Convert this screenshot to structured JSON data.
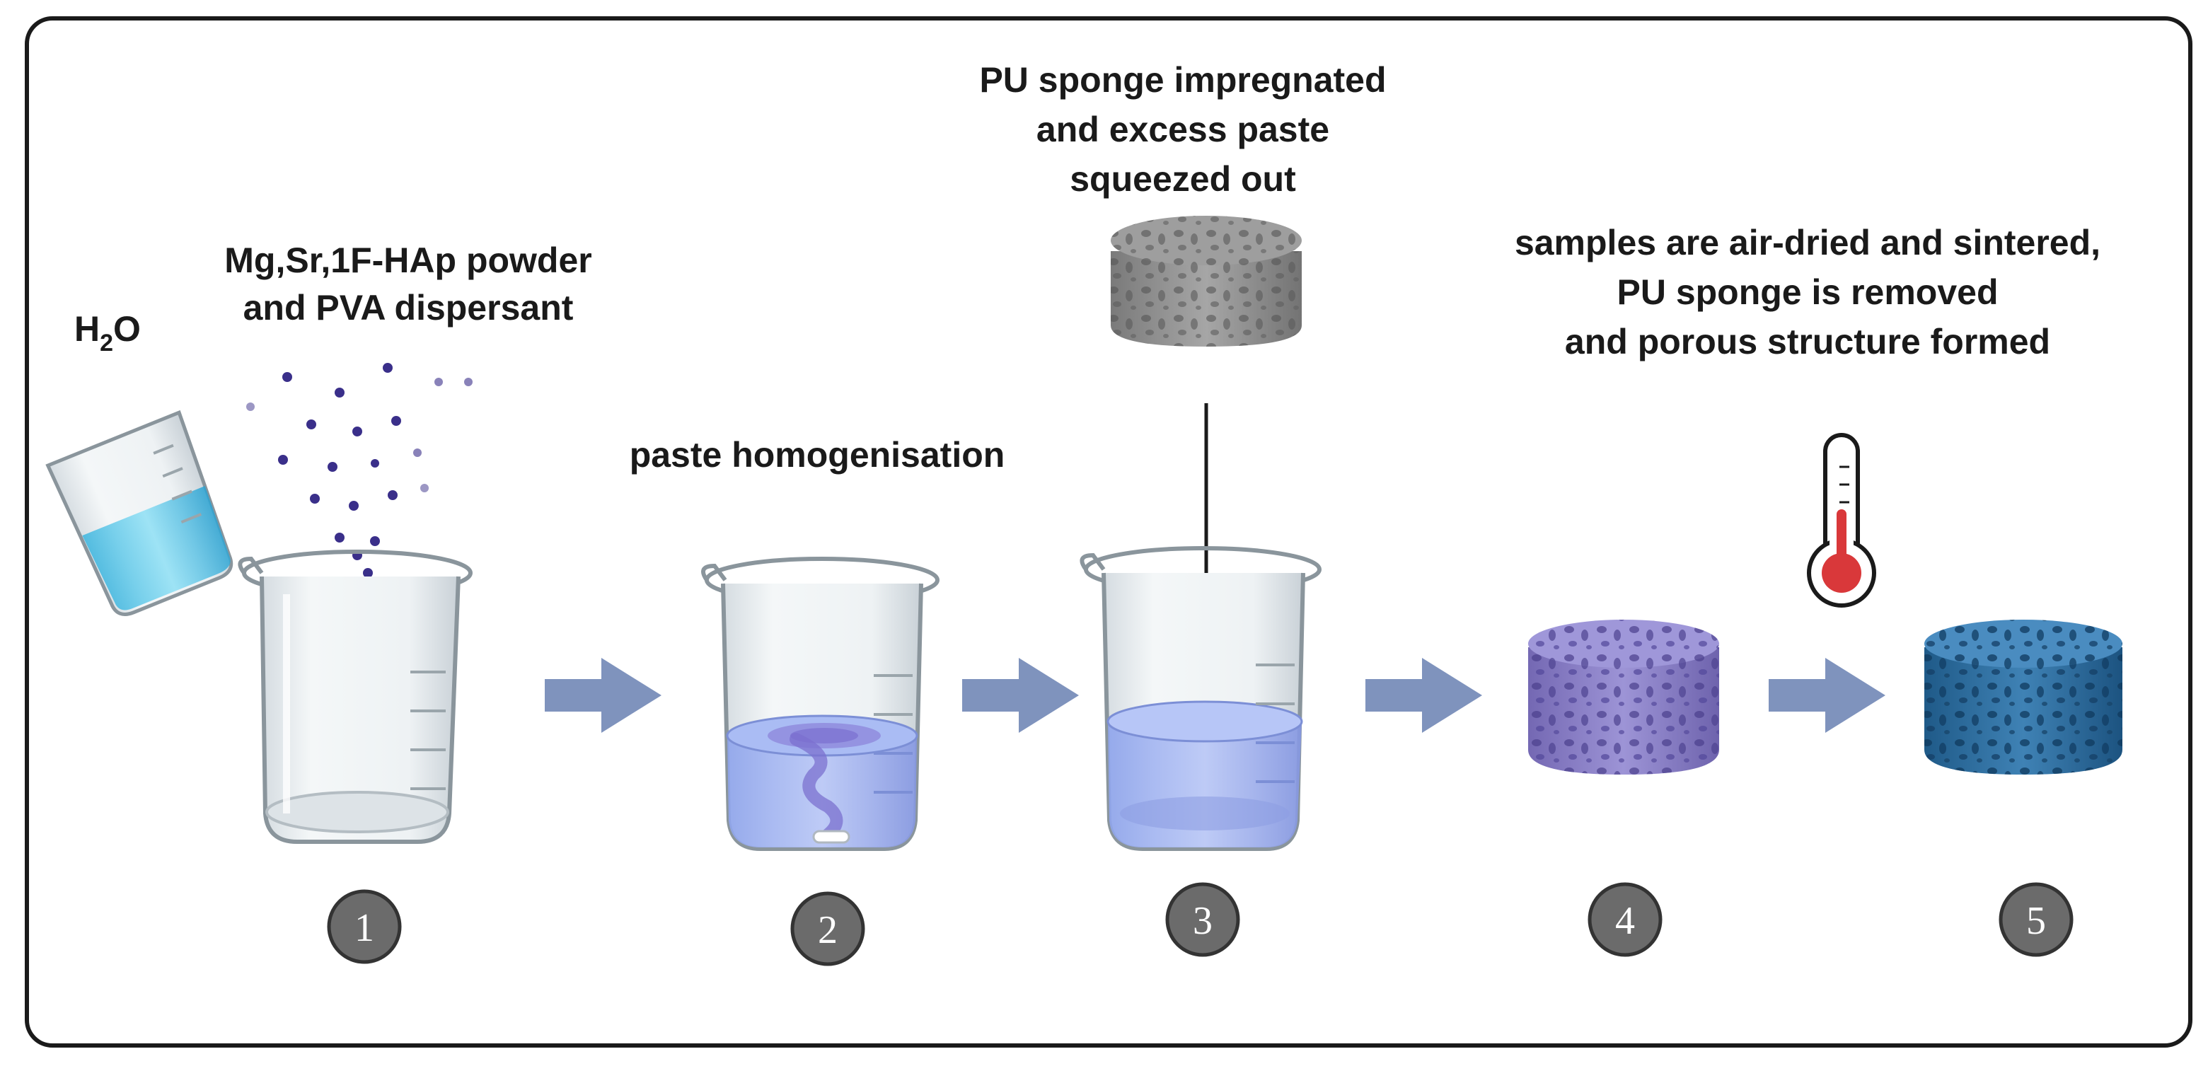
{
  "labels": {
    "water": "H",
    "water_sub": "2",
    "water_tail": "O",
    "powder_line1": "Mg,Sr,1F-HAp powder",
    "powder_line2": "and PVA dispersant",
    "homogenisation": "paste homogenisation",
    "impregnation_line1": "PU sponge impregnated",
    "impregnation_line2": "and excess paste",
    "impregnation_line3": "squeezed out",
    "sintering_line1": "samples are air-dried and sintered,",
    "sintering_line2": "PU sponge is removed",
    "sintering_line3": "and porous structure formed"
  },
  "steps": [
    "1",
    "2",
    "3",
    "4",
    "5"
  ],
  "colors": {
    "frame": "#1a1a1a",
    "arrow": "#7f93bd",
    "step_badge": "#6b6b6b",
    "glass": "#e6ebee",
    "paste": "#9fb4f2",
    "sponge_gray": "#8f8f8f",
    "sponge_purple": "#8a80c4",
    "sponge_blue": "#2f6fa0",
    "particles": "#3a2f8a",
    "thermometer_bulb": "#d9383a",
    "water": "#6ad0ef"
  }
}
